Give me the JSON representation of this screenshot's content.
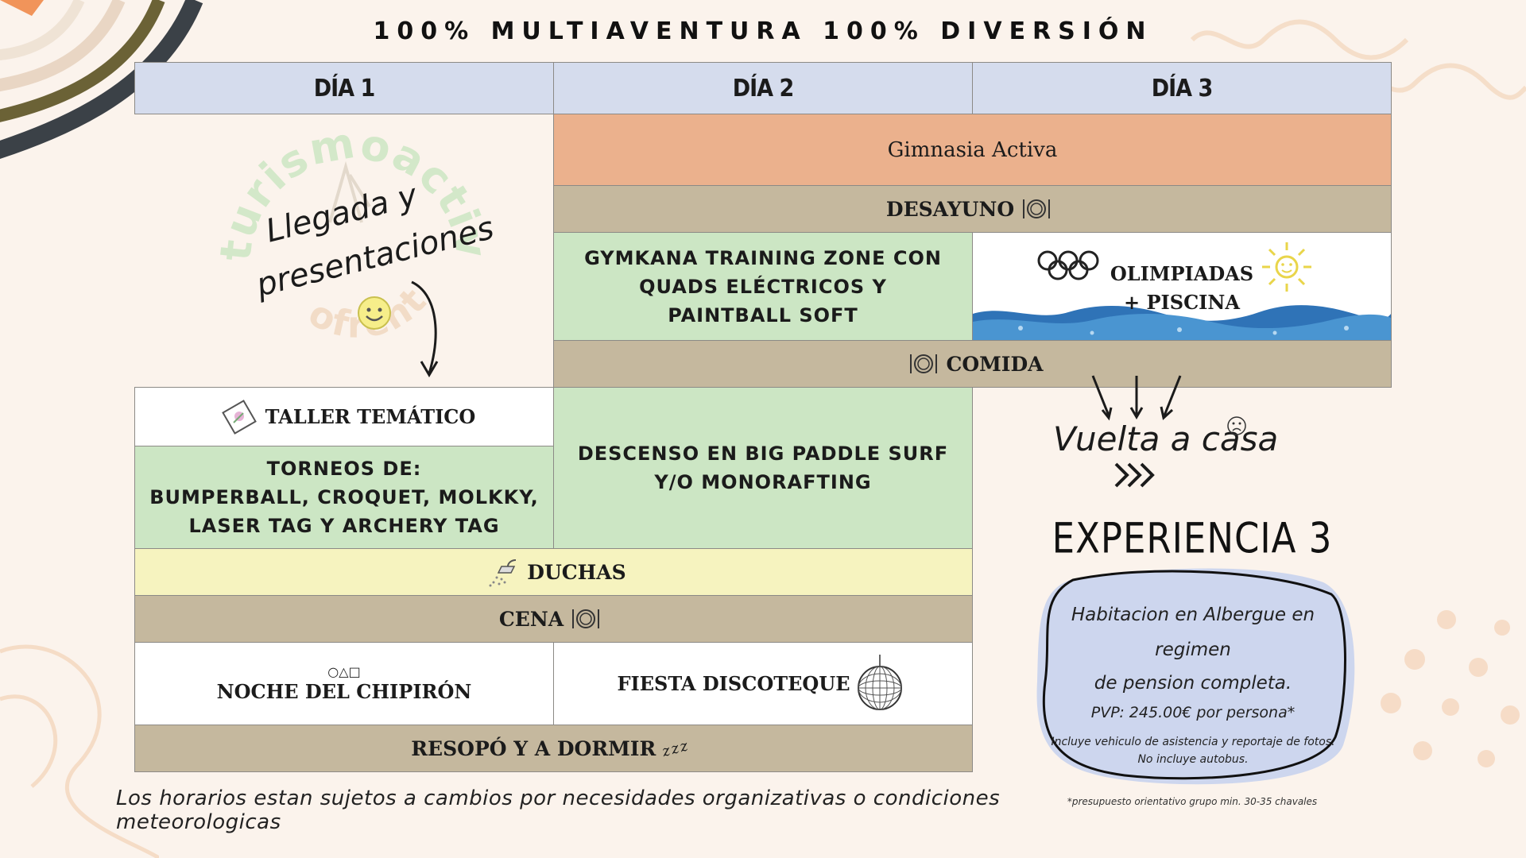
{
  "title": "100% MULTIAVENTURA 100% DIVERSIÓN",
  "headers": [
    "DÍA 1",
    "DÍA 2",
    "DÍA 3"
  ],
  "watermark": {
    "line1": "turismoactivo",
    "line2": "ofrenta"
  },
  "cells": {
    "gimnasia": "Gimnasia Activa",
    "desayuno": "DESAYUNO",
    "gymkana": "GYMKANA TRAINING ZONE CON QUADS ELÉCTRICOS Y PAINTBALL SOFT",
    "olimpiadas_1": "OLIMPIADAS",
    "olimpiadas_2": "+ PISCINA",
    "comida": "COMIDA",
    "taller": "TALLER TEMÁTICO",
    "torneos_1": "TORNEOS DE:",
    "torneos_2": "BUMPERBALL, CROQUET, MOLKKY,",
    "torneos_3": "LASER TAG Y ARCHERY TAG",
    "descenso": "DESCENSO EN BIG PADDLE SURF Y/O MONORAFTING",
    "duchas": "DUCHAS",
    "cena": "CENA",
    "chipiron_symbols": "○△□",
    "chipiron": "NOCHE DEL CHIPIRÓN",
    "fiesta": "FIESTA DISCOTEQUE",
    "resopo": "RESOPÓ Y A DORMIR",
    "zzz": "zzz"
  },
  "llegada": {
    "line1": "Llegada y",
    "line2": "presentaciones"
  },
  "vuelta": "Vuelta a casa",
  "experience": {
    "title": "EXPERIENCIA 3 DIAS",
    "line1": "Habitacion en Albergue en regimen",
    "line2": "de pension completa.",
    "price": "PVP: 245.00€ por persona*",
    "inc1": "Incluye vehiculo de asistencia y reportaje de fotos.",
    "inc2": "No incluye autobus.",
    "footnote": "*presupuesto orientativo grupo min. 30-35 chavales"
  },
  "note": "Los horarios estan sujetos a cambios por necesidades organizativas o condiciones meteorologicas",
  "colors": {
    "header": "#d5dced",
    "meal": "#c5b89e",
    "green": "#cce6c4",
    "orange": "#ebb18d",
    "yellow": "#f6f3bf",
    "exp_blob": "#cdd6ee"
  }
}
